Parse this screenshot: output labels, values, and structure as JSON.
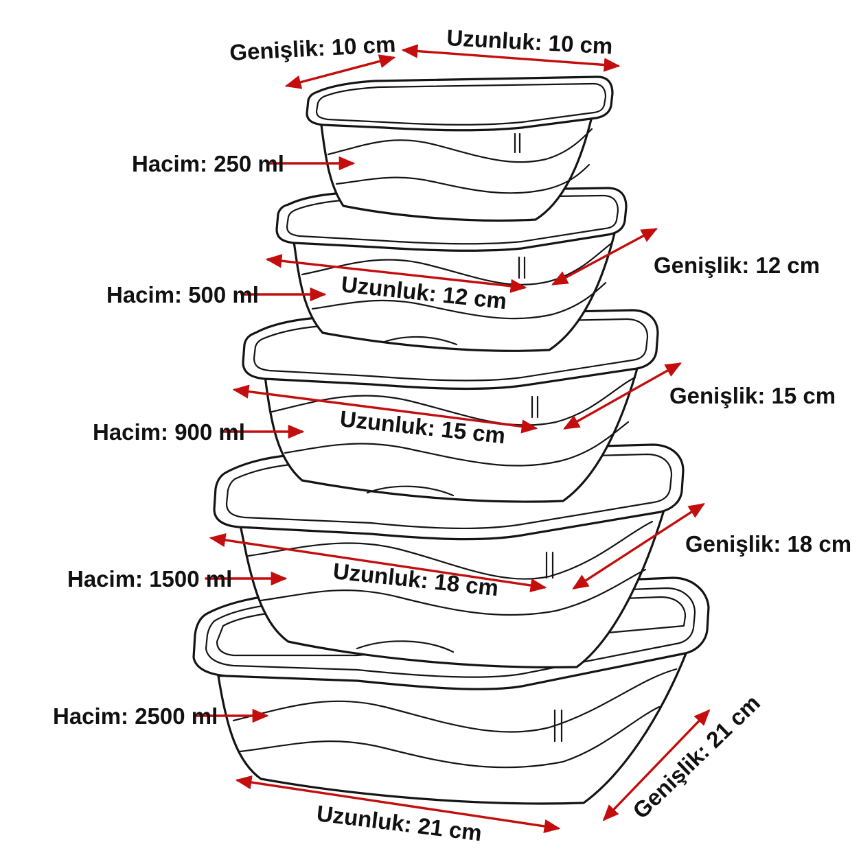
{
  "colors": {
    "arrow": "#c40d0d",
    "line": "#141414",
    "background": "#ffffff"
  },
  "containers": [
    {
      "volume": "Hacim: 250 ml",
      "length": "Uzunluk: 10 cm",
      "width": "Genişlik: 10 cm"
    },
    {
      "volume": "Hacim: 500 ml",
      "length": "Uzunluk: 12 cm",
      "width": "Genişlik: 12 cm"
    },
    {
      "volume": "Hacim: 900 ml",
      "length": "Uzunluk: 15 cm",
      "width": "Genişlik: 15 cm"
    },
    {
      "volume": "Hacim: 1500 ml",
      "length": "Uzunluk: 18 cm",
      "width": "Genişlik: 18 cm"
    },
    {
      "volume": "Hacim: 2500 ml",
      "length": "Uzunluk: 21 cm",
      "width": "Genişlik: 21 cm"
    }
  ]
}
